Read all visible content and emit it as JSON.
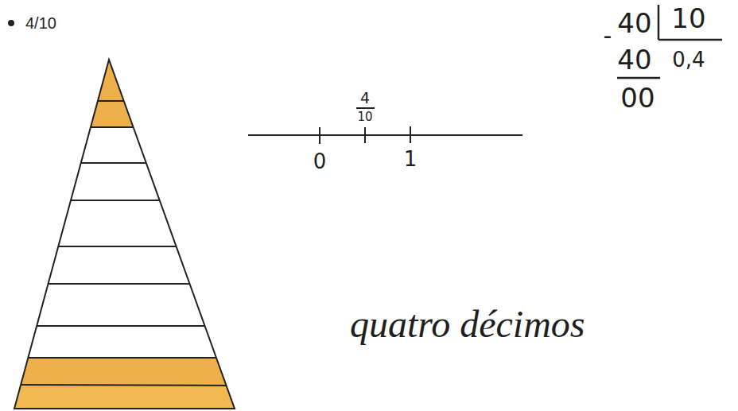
{
  "diagram": {
    "title": "4/10",
    "labels": [
      "4",
      "10",
      "0",
      "1",
      "-",
      "40",
      "10",
      "40",
      "0,4",
      "00",
      "quatro décimos"
    ]
  }
}
